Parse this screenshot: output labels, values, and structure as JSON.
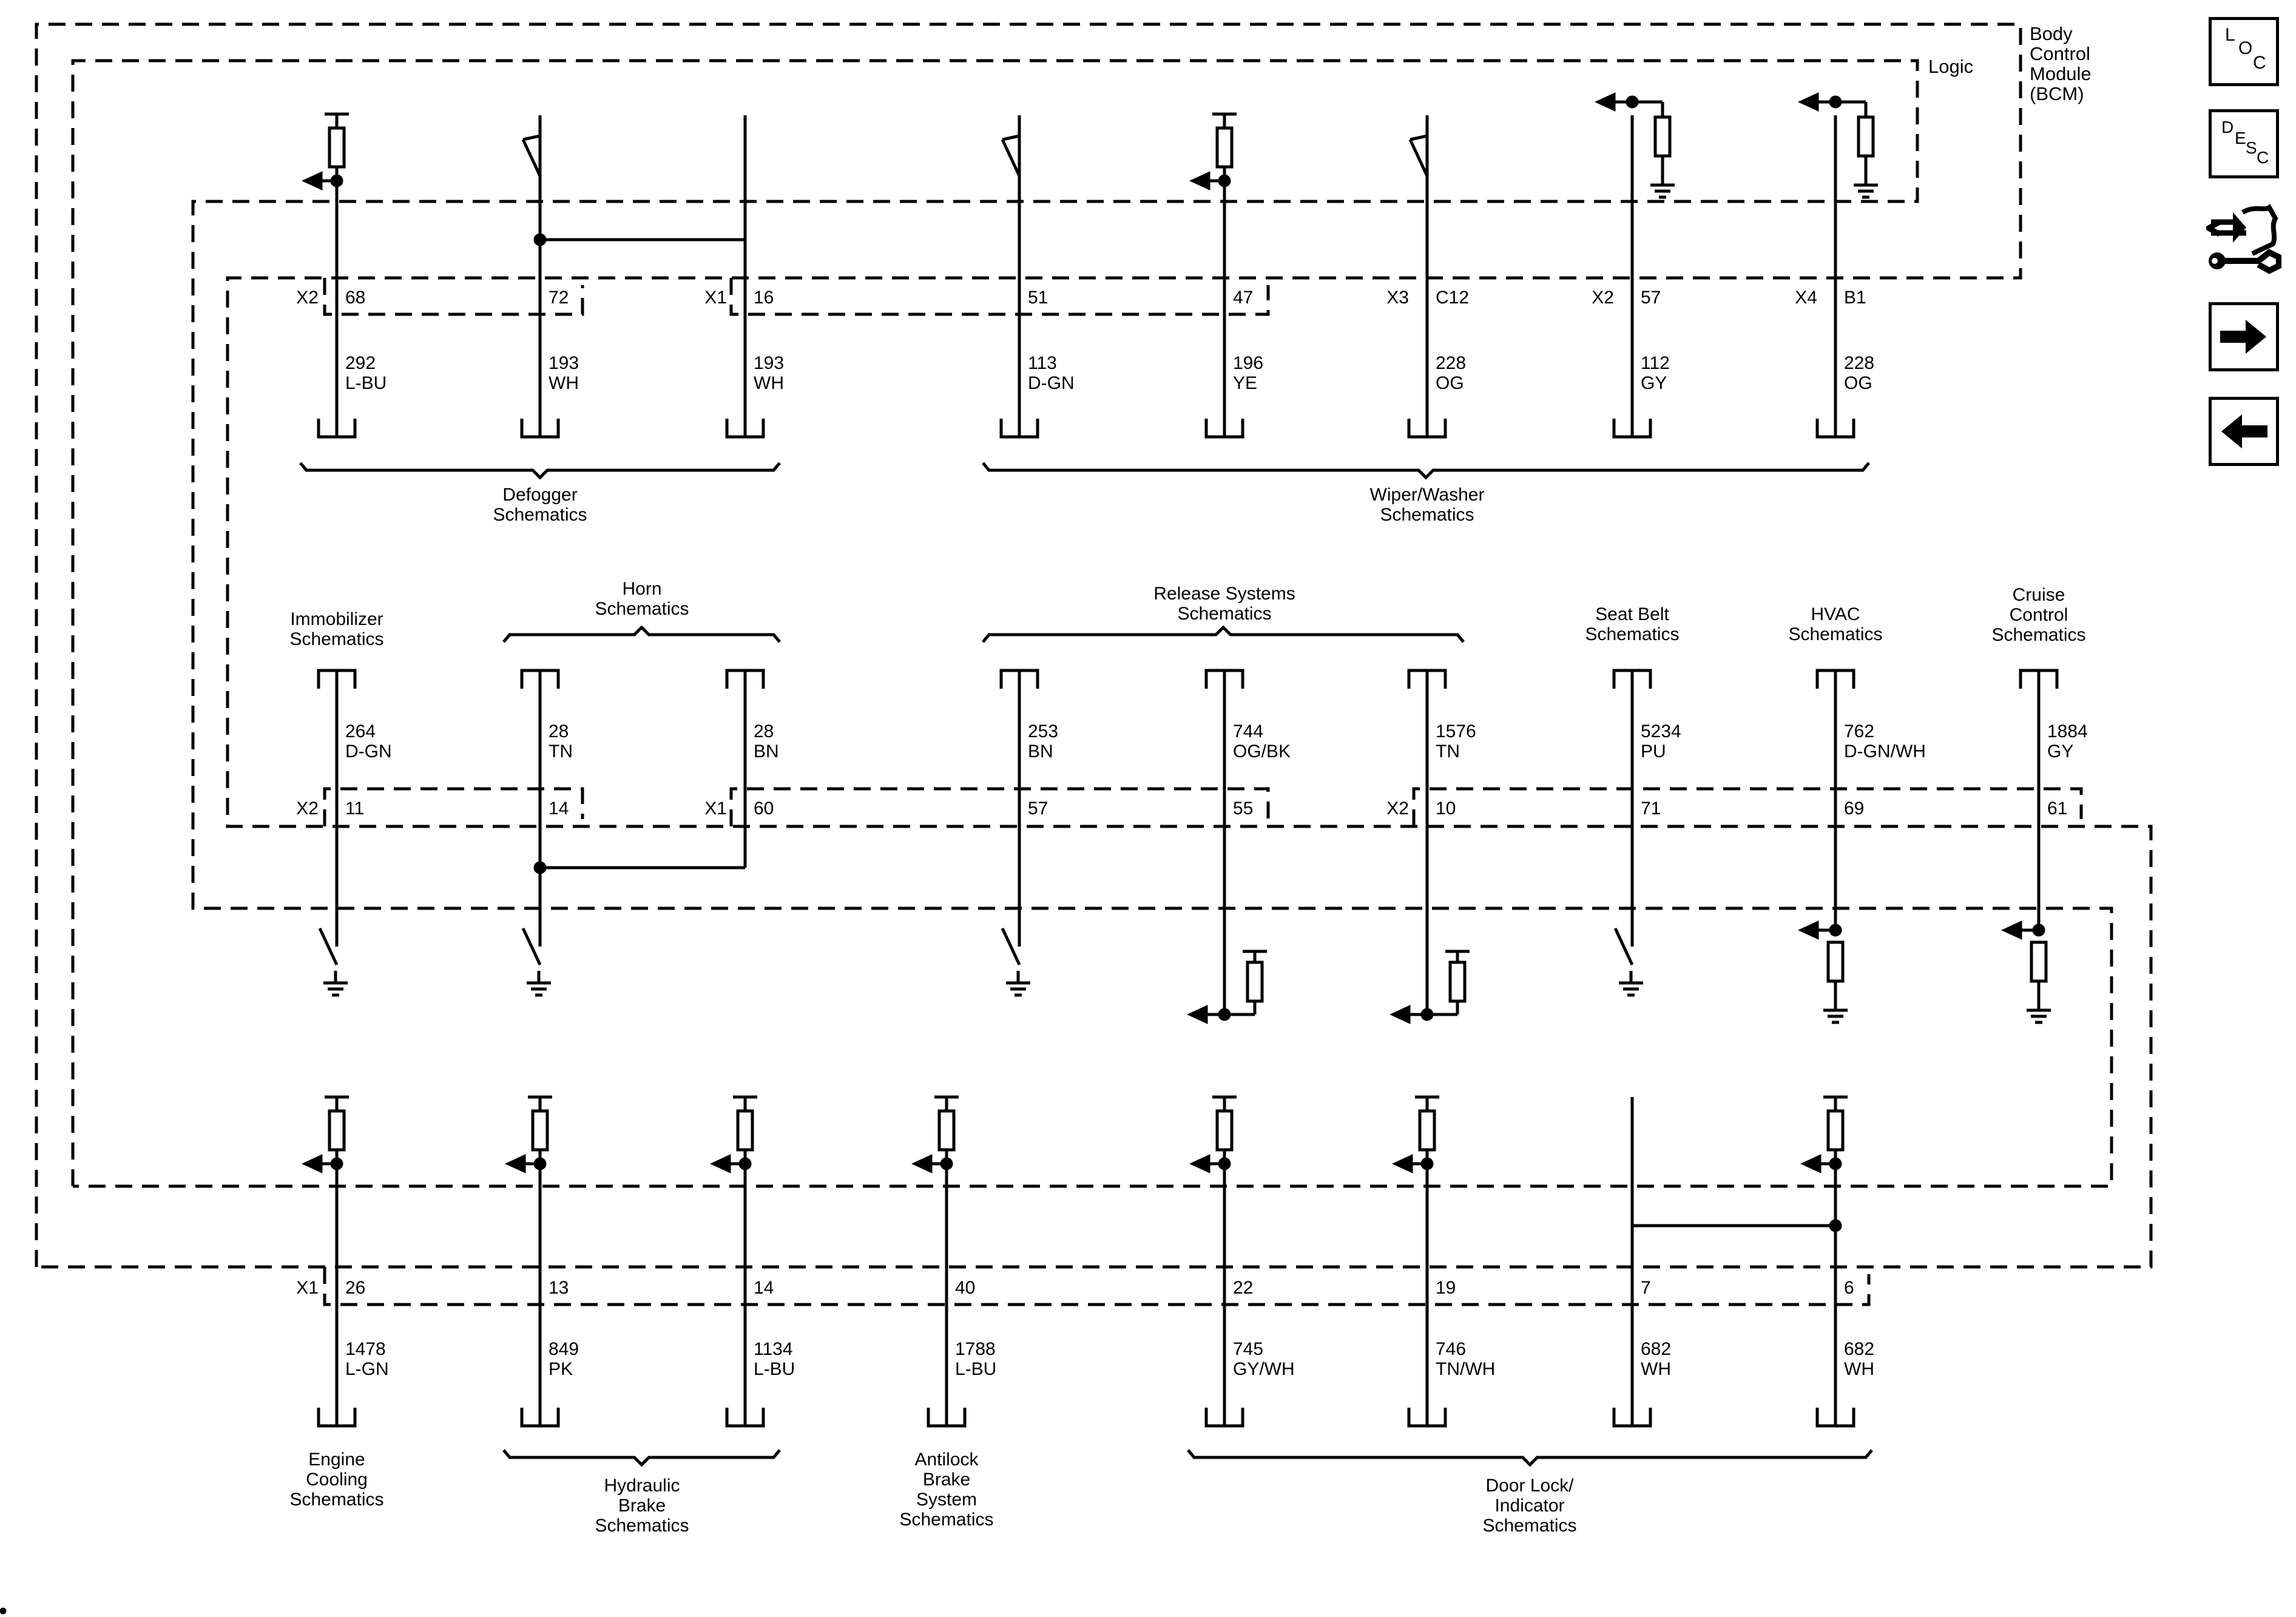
{
  "module": {
    "title_lines": [
      "Body",
      "Control",
      "Module",
      "(BCM)"
    ],
    "logic_label": "Logic"
  },
  "nav": {
    "loc": {
      "letters": [
        "L",
        "O",
        "C"
      ]
    },
    "desc": {
      "letters": [
        "D",
        "E",
        "S",
        "C"
      ]
    },
    "icons": [
      "connector-repair-icon",
      "next-page-arrow-icon",
      "previous-page-arrow-icon"
    ]
  },
  "groups": {
    "defogger": [
      "Defogger",
      "Schematics"
    ],
    "wiper": [
      "Wiper/Washer",
      "Schematics"
    ],
    "immobilizer": [
      "Immobilizer",
      "Schematics"
    ],
    "horn": [
      "Horn",
      "Schematics"
    ],
    "release": [
      "Release Systems",
      "Schematics"
    ],
    "seatbelt": [
      "Seat Belt",
      "Schematics"
    ],
    "hvac": [
      "HVAC",
      "Schematics"
    ],
    "cruise": [
      "Cruise",
      "Control",
      "Schematics"
    ],
    "engine": [
      "Engine",
      "Cooling",
      "Schematics"
    ],
    "hydraulic": [
      "Hydraulic",
      "Brake",
      "Schematics"
    ],
    "antilock": [
      "Antilock",
      "Brake",
      "System",
      "Schematics"
    ],
    "doorlock": [
      "Door Lock/",
      "Indicator",
      "Schematics"
    ]
  },
  "rows": {
    "top": [
      {
        "connector": "X2",
        "pin": "68",
        "circuit": "292",
        "color": "L-BU"
      },
      {
        "connector": "",
        "pin": "72",
        "circuit": "193",
        "color": "WH"
      },
      {
        "connector": "X1",
        "pin": "16",
        "circuit": "193",
        "color": "WH"
      },
      {
        "connector": "",
        "pin": "51",
        "circuit": "113",
        "color": "D-GN"
      },
      {
        "connector": "",
        "pin": "47",
        "circuit": "196",
        "color": "YE"
      },
      {
        "connector": "X3",
        "pin": "C12",
        "circuit": "228",
        "color": "OG"
      },
      {
        "connector": "X2",
        "pin": "57",
        "circuit": "112",
        "color": "GY"
      },
      {
        "connector": "X4",
        "pin": "B1",
        "circuit": "228",
        "color": "OG"
      }
    ],
    "middle": [
      {
        "connector": "X2",
        "pin": "11",
        "circuit": "264",
        "color": "D-GN"
      },
      {
        "connector": "",
        "pin": "14",
        "circuit": "28",
        "color": "TN"
      },
      {
        "connector": "X1",
        "pin": "60",
        "circuit": "28",
        "color": "BN"
      },
      {
        "connector": "",
        "pin": "57",
        "circuit": "253",
        "color": "BN"
      },
      {
        "connector": "",
        "pin": "55",
        "circuit": "744",
        "color": "OG/BK"
      },
      {
        "connector": "X2",
        "pin": "10",
        "circuit": "1576",
        "color": "TN"
      },
      {
        "connector": "",
        "pin": "71",
        "circuit": "5234",
        "color": "PU"
      },
      {
        "connector": "",
        "pin": "69",
        "circuit": "762",
        "color": "D-GN/WH"
      },
      {
        "connector": "",
        "pin": "61",
        "circuit": "1884",
        "color": "GY"
      }
    ],
    "bottom": [
      {
        "connector": "X1",
        "pin": "26",
        "circuit": "1478",
        "color": "L-GN"
      },
      {
        "connector": "",
        "pin": "13",
        "circuit": "849",
        "color": "PK"
      },
      {
        "connector": "",
        "pin": "14",
        "circuit": "1134",
        "color": "L-BU"
      },
      {
        "connector": "",
        "pin": "40",
        "circuit": "1788",
        "color": "L-BU"
      },
      {
        "connector": "",
        "pin": "22",
        "circuit": "745",
        "color": "GY/WH"
      },
      {
        "connector": "",
        "pin": "19",
        "circuit": "746",
        "color": "TN/WH"
      },
      {
        "connector": "",
        "pin": "7",
        "circuit": "682",
        "color": "WH"
      },
      {
        "connector": "",
        "pin": "6",
        "circuit": "682",
        "color": "WH"
      }
    ]
  },
  "colors": {
    "ink": "#000000",
    "background": "#ffffff"
  }
}
